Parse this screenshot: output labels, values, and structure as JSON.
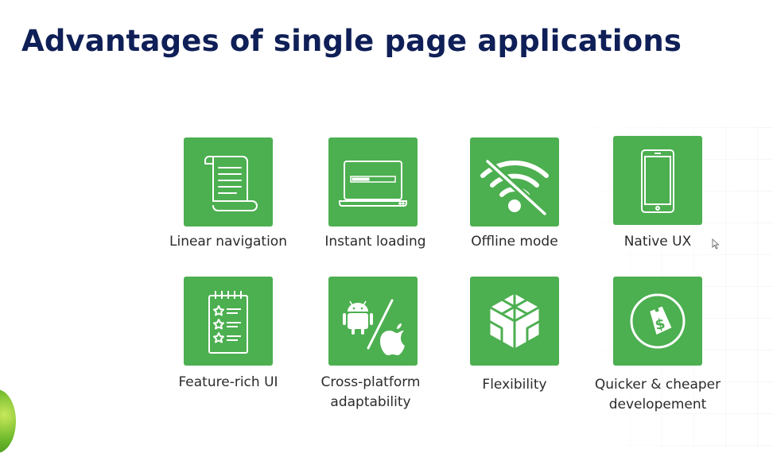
{
  "title": "Advantages of single page applications",
  "features": [
    {
      "label": "Linear navigation",
      "icon": "scroll-icon"
    },
    {
      "label": "Instant loading",
      "icon": "laptop-loading-icon"
    },
    {
      "label": "Offline mode",
      "icon": "wifi-off-icon"
    },
    {
      "label": "Native UX",
      "icon": "smartphone-icon"
    },
    {
      "label": "Feature-rich UI",
      "icon": "checklist-stars-icon"
    },
    {
      "label": "Cross-platform adaptability",
      "line1": "Cross-platform",
      "line2": "adaptability",
      "icon": "android-apple-icon"
    },
    {
      "label": "Flexibility",
      "icon": "cube-icon"
    },
    {
      "label": "Quicker & cheaper developement",
      "line1": "Quicker & cheaper",
      "line2": "developement",
      "icon": "price-tag-dollar-icon"
    }
  ],
  "colors": {
    "tile": "#4caf50",
    "title": "#0f1f57",
    "label": "#2b2b2b"
  }
}
